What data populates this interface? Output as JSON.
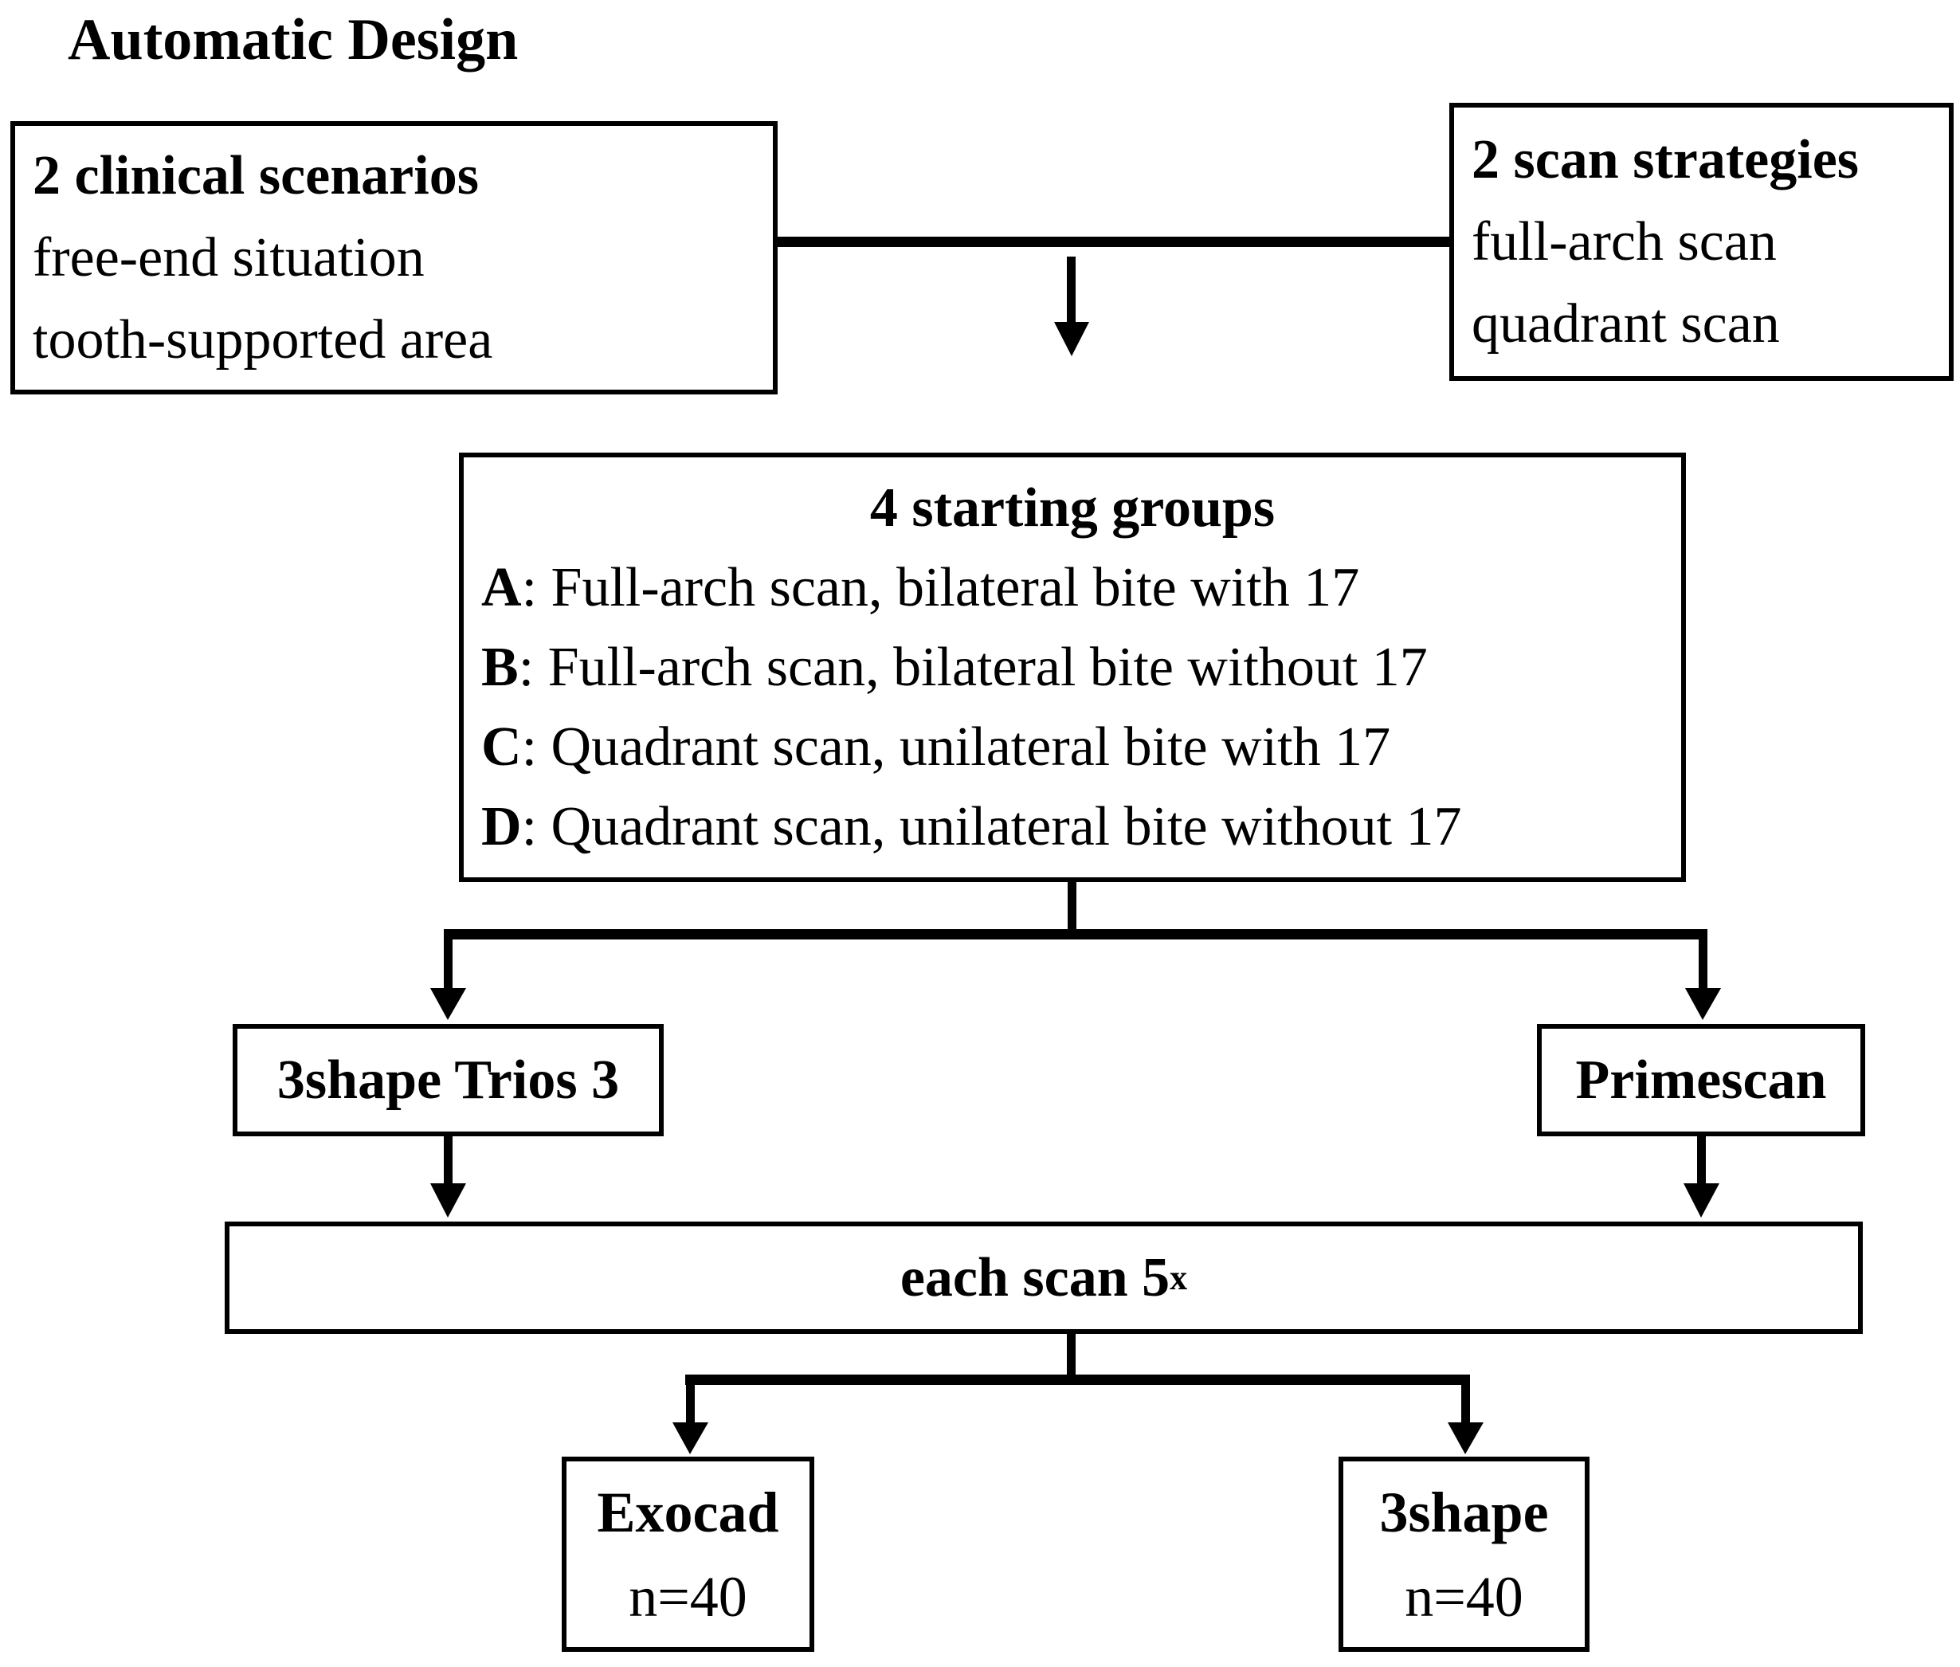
{
  "colors": {
    "ink": "#000000",
    "background": "#ffffff"
  },
  "title": "Automatic Design",
  "scenarios_box": {
    "heading": "2 clinical scenarios",
    "line1": "free-end situation",
    "line2": "tooth-supported area"
  },
  "strategies_box": {
    "heading": "2 scan strategies",
    "line1": "full-arch scan",
    "line2": "quadrant scan"
  },
  "groups_box": {
    "heading": "4 starting groups",
    "items": [
      {
        "letter": "A",
        "text": ": Full-arch scan, bilateral bite with 17"
      },
      {
        "letter": "B",
        "text": ": Full-arch scan, bilateral bite without 17"
      },
      {
        "letter": "C",
        "text": ": Quadrant scan, unilateral bite with 17"
      },
      {
        "letter": "D",
        "text": ": Quadrant scan, unilateral bite without 17"
      }
    ]
  },
  "scanner_boxes": {
    "left": "3shape Trios 3",
    "right": "Primescan"
  },
  "repeat_box": {
    "label": "each scan 5",
    "superscript": "x"
  },
  "software_boxes": {
    "left": {
      "name": "Exocad",
      "count": "n=40"
    },
    "right": {
      "name": "3shape",
      "count": "n=40"
    }
  }
}
